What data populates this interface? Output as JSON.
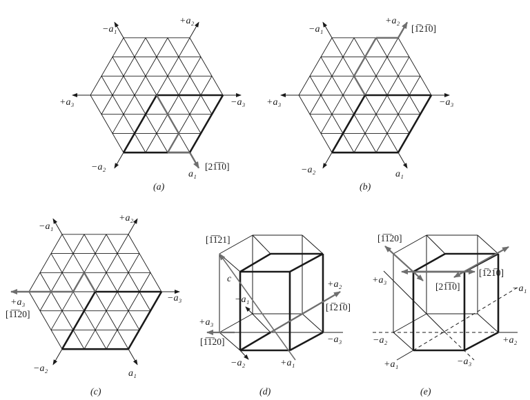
{
  "colors": {
    "line": "#1a1a1a",
    "highlight": "#6e6e6e"
  },
  "panels": {
    "a": {
      "caption": "(a)",
      "labels": {
        "minus_a1": "−a₁",
        "plus_a2": "+a₂",
        "plus_a3": "+a₃",
        "minus_a3": "−a₃",
        "minus_a2": "−a₂",
        "a1": "a₁",
        "direction": "[21̅1̅0]"
      }
    },
    "b": {
      "caption": "(b)",
      "labels": {
        "minus_a1": "−a₁",
        "plus_a2": "+a₂",
        "plus_a3": "+a₃",
        "minus_a3": "−a₃",
        "minus_a2": "−a₂",
        "a1": "a₁",
        "direction": "[1̅21̅0]"
      }
    },
    "c": {
      "caption": "(c)",
      "labels": {
        "minus_a1": "−a₁",
        "plus_a2": "+a₂",
        "plus_a3": "+a₃",
        "minus_a3": "−a₃",
        "minus_a2": "−a₂",
        "a1": "a₁",
        "direction": "[1̅1̅20]"
      }
    },
    "d": {
      "caption": "(d)",
      "labels": {
        "c_direction": "[1̅1̅21]",
        "c": "c",
        "minus_a1": "−a₁",
        "plus_a2": "+a₂",
        "direction_a2": "[1̅21̅0]",
        "plus_a3": "+a₃",
        "direction_a3": "[1̅1̅20]",
        "minus_a3": "−a₃",
        "minus_a2": "−a₂",
        "plus_a1": "+a₁"
      }
    },
    "e": {
      "caption": "(e)",
      "labels": {
        "dir_1120": "[1̅1̅20]",
        "dir_2110": "[21̅1̅0]",
        "dir_1210": "[1̅21̅0]",
        "plus_a3": "+a₃",
        "minus_a1": "−a₁",
        "minus_a2": "−a₂",
        "plus_a2": "+a₂",
        "plus_a1": "+a₁",
        "minus_a3": "−a₃"
      }
    }
  }
}
